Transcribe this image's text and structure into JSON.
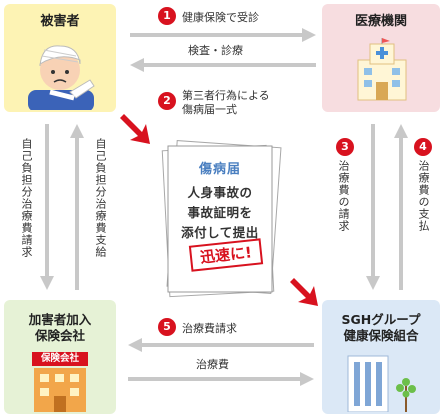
{
  "nodes": {
    "victim": "被害者",
    "medical": "医療機関",
    "insurer": "加害者加入\n保険会社",
    "insurer_sign": "保険会社",
    "union": "SGHグループ\n健康保険組合"
  },
  "flows": {
    "top_right": {
      "badge": "1",
      "label": "健康保険で受診"
    },
    "top_left": {
      "label": "検査・診療"
    },
    "step2": {
      "badge": "2",
      "label": "第三者行為による\n傷病届一式"
    },
    "right_down": {
      "badge": "3",
      "label": "治療費の請求"
    },
    "right_up": {
      "badge": "4",
      "label": "治療費の支払"
    },
    "left_down": {
      "label": "自己負担分治療費請求"
    },
    "left_up": {
      "label": "自己負担分治療費支給"
    },
    "bottom_left": {
      "badge": "5",
      "label": "治療費請求"
    },
    "bottom_right": {
      "label": "治療費"
    }
  },
  "document": {
    "title": "傷病届",
    "lines": [
      "人身事故の",
      "事故証明を",
      "添付して提出"
    ],
    "stamp": "迅速に!"
  },
  "colors": {
    "accent_red": "#d8121f",
    "arrow_gray": "#c8c8c8",
    "victim_bg": "#fdf3b4",
    "medical_bg": "#f7dde0",
    "insurer_bg": "#e6f2d6",
    "union_bg": "#dbe8f6"
  }
}
